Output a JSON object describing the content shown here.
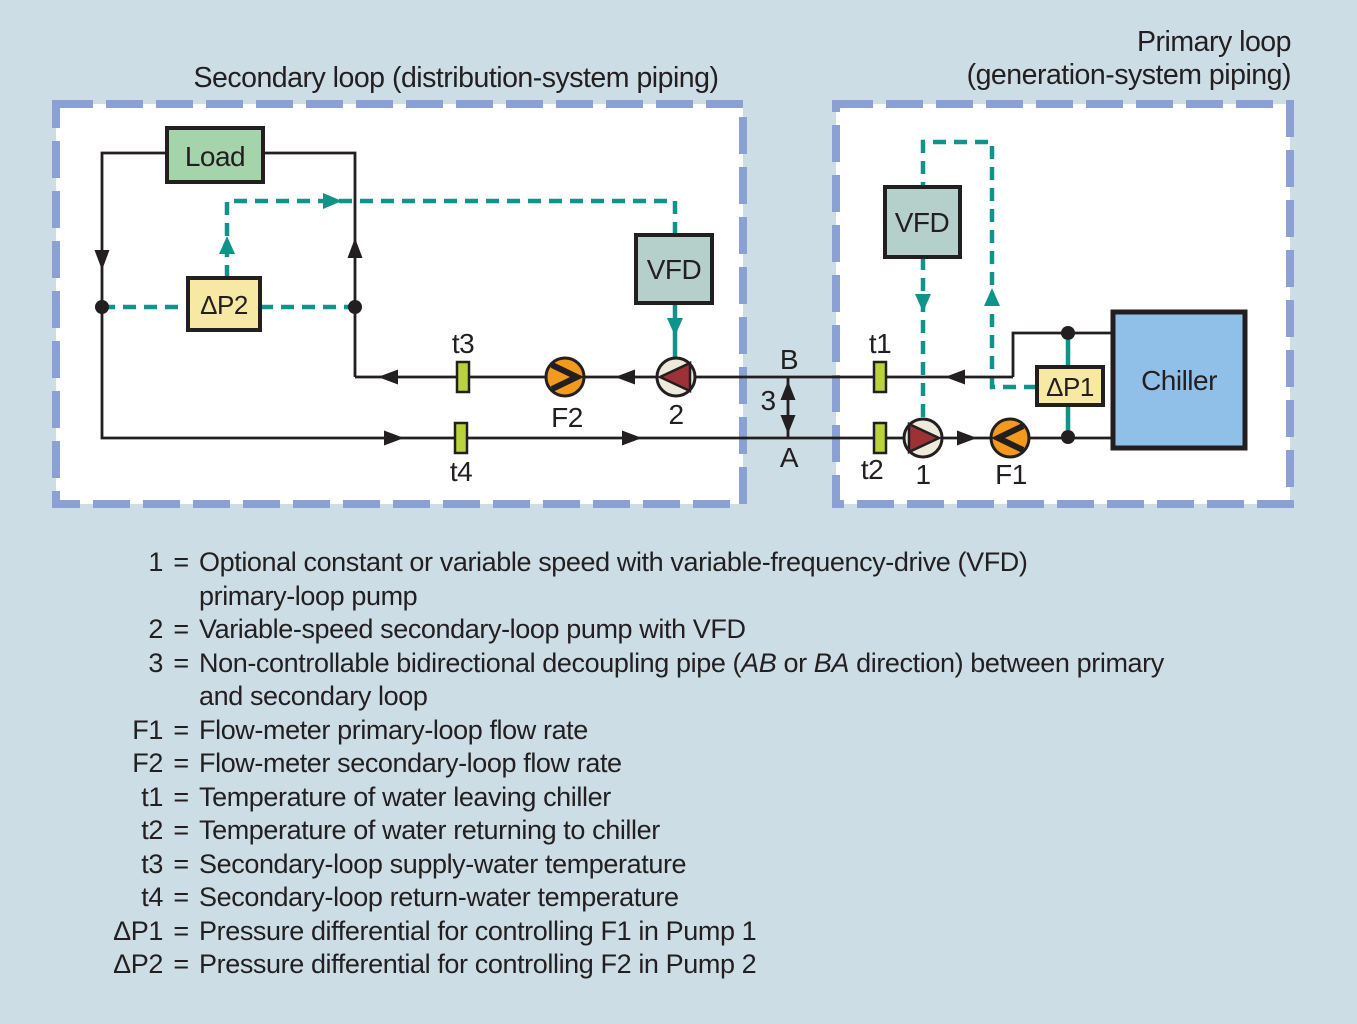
{
  "titles": {
    "secondary": "Secondary loop (distribution-system piping)",
    "primary_line1": "Primary loop",
    "primary_line2": "(generation-system piping)"
  },
  "secondary_loop": {
    "load_label": "Load",
    "dp2_label": "ΔP2",
    "vfd_label": "VFD",
    "t3_label": "t3",
    "t4_label": "t4",
    "f2_label": "F2",
    "pump2_label": "2"
  },
  "primary_loop": {
    "vfd_label": "VFD",
    "chiller_label": "Chiller",
    "dp1_label": "ΔP1",
    "t1_label": "t1",
    "t2_label": "t2",
    "f1_label": "F1",
    "pump1_label": "1"
  },
  "decoupling": {
    "top_label": "B",
    "mid_label": "3",
    "bottom_label": "A"
  },
  "legend": {
    "equals": "=",
    "items": [
      {
        "label": "1",
        "parts": [
          {
            "t": "Optional constant or variable speed with variable-frequency-drive (VFD)"
          },
          {
            "br": true
          },
          {
            "t": "primary-loop pump"
          }
        ]
      },
      {
        "label": "2",
        "parts": [
          {
            "t": "Variable-speed secondary-loop pump with VFD"
          }
        ]
      },
      {
        "label": "3",
        "parts": [
          {
            "t": "Non-controllable bidirectional decoupling pipe ("
          },
          {
            "t": "AB",
            "i": true
          },
          {
            "t": " or "
          },
          {
            "t": "BA",
            "i": true
          },
          {
            "t": " direction) between primary"
          },
          {
            "br": true
          },
          {
            "t": "and secondary loop"
          }
        ]
      },
      {
        "label": "F1",
        "parts": [
          {
            "t": "Flow-meter primary-loop flow rate"
          }
        ]
      },
      {
        "label": "F2",
        "parts": [
          {
            "t": "Flow-meter secondary-loop flow rate"
          }
        ]
      },
      {
        "label": "t1",
        "parts": [
          {
            "t": "Temperature of water leaving chiller"
          }
        ]
      },
      {
        "label": "t2",
        "parts": [
          {
            "t": "Temperature of water returning to chiller"
          }
        ]
      },
      {
        "label": "t3",
        "parts": [
          {
            "t": "Secondary-loop supply-water temperature"
          }
        ]
      },
      {
        "label": "t4",
        "parts": [
          {
            "t": "Secondary-loop return-water temperature"
          }
        ]
      },
      {
        "label": "ΔP1",
        "parts": [
          {
            "t": "Pressure differential for controlling F1 in Pump 1"
          }
        ]
      },
      {
        "label": "ΔP2",
        "parts": [
          {
            "t": "Pressure differential for controlling F2 in Pump 2"
          }
        ]
      }
    ]
  },
  "colors": {
    "page_bg": "#ccdde5",
    "loop_border": "#8ba1d4",
    "line_black": "#231f20",
    "signal_teal": "#0f9489",
    "load_green": "#a5d3aa",
    "vfd_fill": "#b5cfca",
    "chiller_blue": "#90c0e8",
    "dp_yellow": "#f7e9a3",
    "meter_orange": "#f3991e",
    "pump_cream": "#edeadb",
    "pump_red": "#9c3136",
    "sensor_green": "#b8d43a"
  }
}
